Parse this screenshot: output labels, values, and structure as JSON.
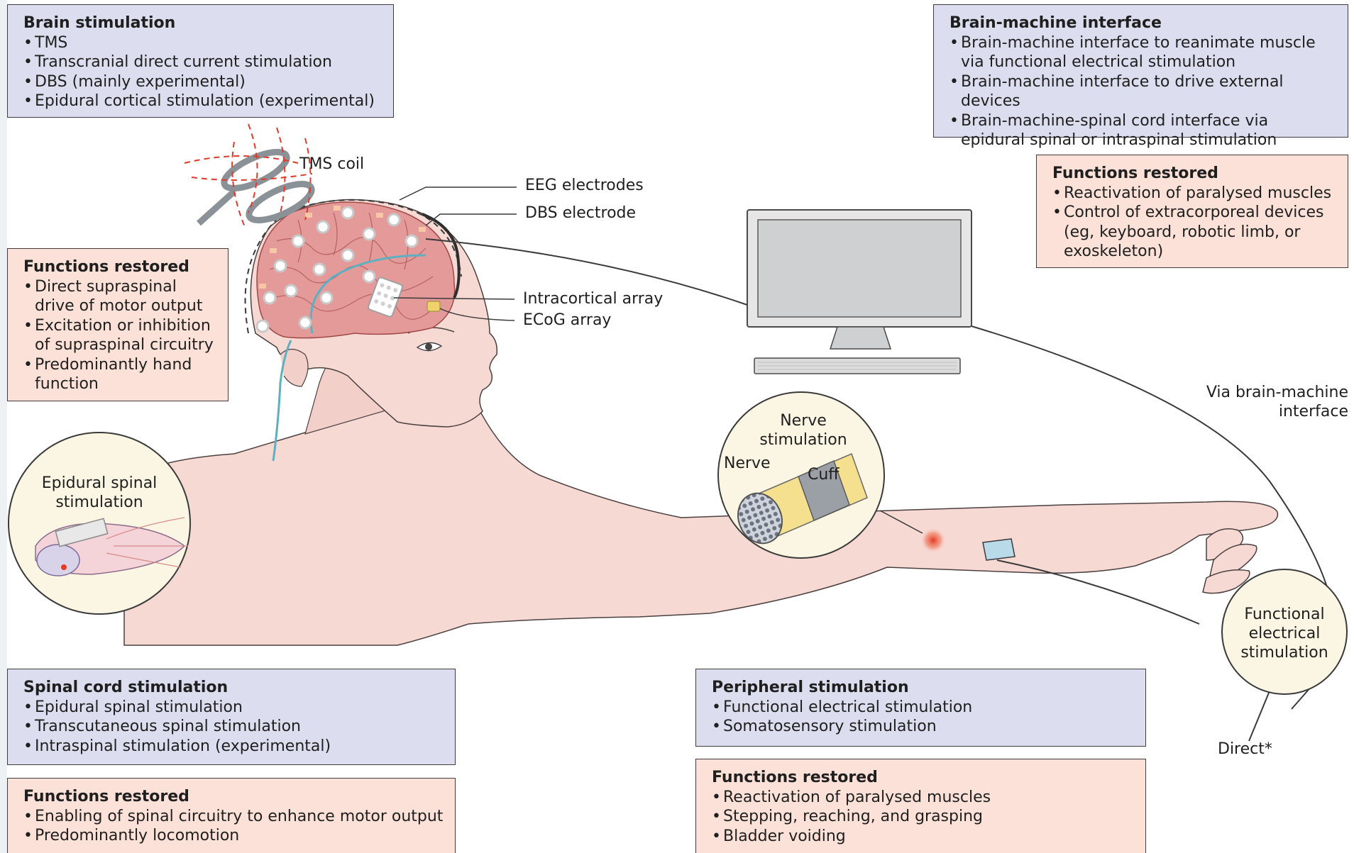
{
  "boxes": {
    "brain_stim": {
      "title": "Brain stimulation",
      "items": [
        "TMS",
        "Transcranial direct current stimulation",
        "DBS (mainly experimental)",
        "Epidural cortical stimulation (experimental)"
      ]
    },
    "brain_func": {
      "title": "Functions restored",
      "items": [
        "Direct supraspinal drive of motor output",
        "Excitation or inhibition of supraspinal circuitry",
        "Predominantly hand function"
      ]
    },
    "bmi": {
      "title": "Brain-machine interface",
      "items": [
        "Brain-machine interface to reanimate muscle via functional electrical stimulation",
        "Brain-machine interface to drive external devices",
        "Brain-machine-spinal cord interface via epidural spinal or intraspinal stimulation"
      ]
    },
    "bmi_func": {
      "title": "Functions restored",
      "items": [
        "Reactivation of paralysed muscles",
        "Control of extracorporeal devices (eg, keyboard, robotic limb, or exoskeleton)"
      ]
    },
    "spinal_stim": {
      "title": "Spinal cord stimulation",
      "items": [
        "Epidural spinal stimulation",
        "Transcutaneous spinal stimulation",
        "Intraspinal stimulation (experimental)"
      ]
    },
    "spinal_func": {
      "title": "Functions restored",
      "items": [
        "Enabling of spinal circuitry to enhance motor output",
        "Predominantly locomotion"
      ]
    },
    "periph_stim": {
      "title": "Peripheral stimulation",
      "items": [
        "Functional electrical stimulation",
        "Somatosensory stimulation"
      ]
    },
    "periph_func": {
      "title": "Functions restored",
      "items": [
        "Reactivation of paralysed muscles",
        "Stepping, reaching, and grasping",
        "Bladder voiding"
      ]
    }
  },
  "labels": {
    "tms_coil": "TMS coil",
    "eeg": "EEG electrodes",
    "dbs": "DBS electrode",
    "intracortical": "Intracortical array",
    "ecog": "ECoG array",
    "epidural": "Epidural spinal stimulation",
    "nerve_stim": "Nerve stimulation",
    "nerve": "Nerve",
    "cuff": "Cuff",
    "via_bmi": "Via brain-machine interface",
    "fes": "Functional electrical stimulation",
    "direct": "Direct*"
  },
  "colors": {
    "blue_box": "#dcdeef",
    "pink_box": "#fbe1d7",
    "skin": "#f7d9d4",
    "brain": "#e59a9a",
    "circle_bg": "#fbf6e3"
  }
}
